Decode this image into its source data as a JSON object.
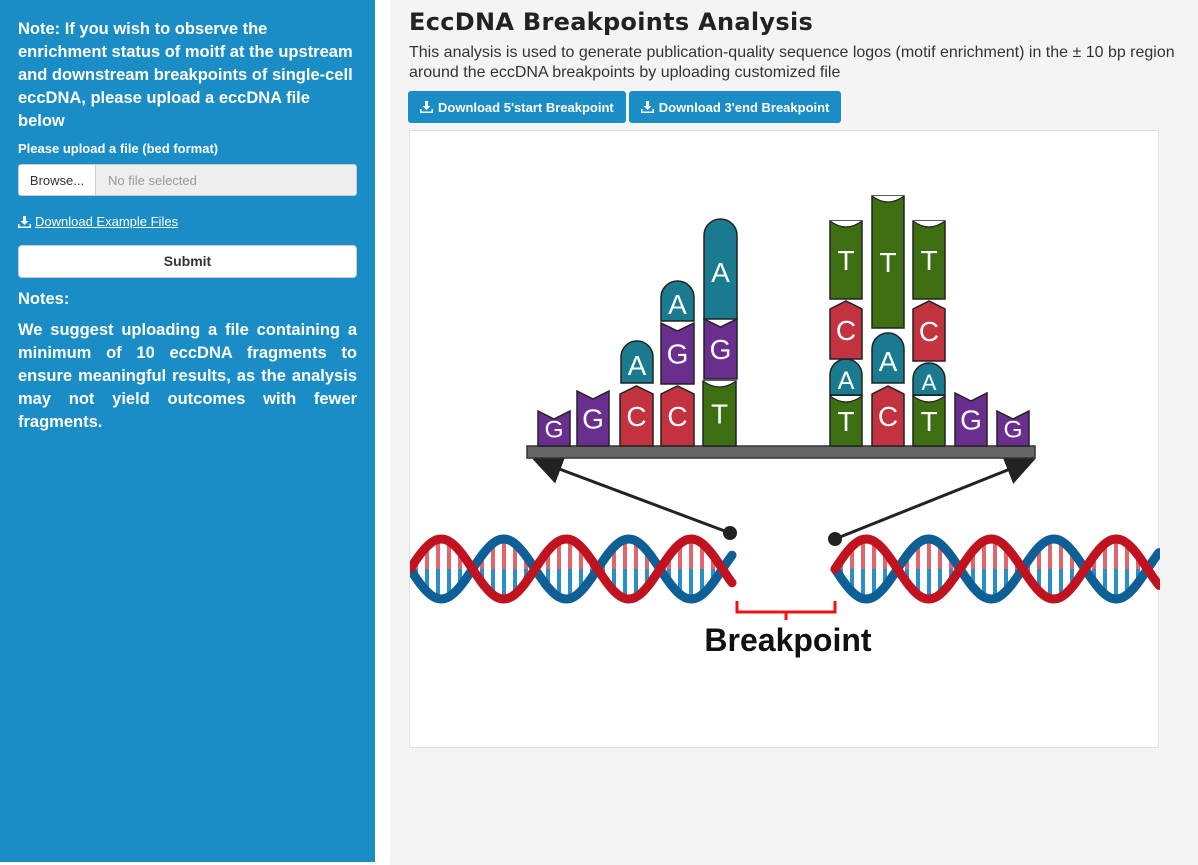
{
  "sidebar": {
    "note": "Note: If you wish to observe the enrichment status of moitf at the upstream and downstream breakpoints of single-cell eccDNA, please upload a eccDNA file below",
    "upload_label": "Please upload a file (bed format)",
    "browse_label": "Browse...",
    "file_placeholder": "No file selected",
    "download_example_label": "Download Example Files",
    "submit_label": "Submit",
    "notes_heading": "Notes:",
    "notes_body": "We suggest uploading a file containing a minimum of 10 eccDNA fragments to ensure meaningful results, as the analysis may not yield outcomes with fewer fragments."
  },
  "main": {
    "title": "EccDNA Breakpoints Analysis",
    "description": "This analysis is used to generate publication-quality sequence logos (motif enrichment) in the ± 10 bp region around the eccDNA breakpoints by uploading customized file",
    "buttons": {
      "download_start": "Download 5'start Breakpoint",
      "download_end": "Download 3'end Breakpoint"
    },
    "figure": {
      "breakpoint_label": "Breakpoint",
      "letters": {
        "g": "G",
        "c": "C",
        "a": "A",
        "t": "T"
      }
    }
  },
  "colors": {
    "sidebar_bg": "#1a8cc6",
    "button_bg": "#1a8cc6",
    "base_g": "#6a2e8f",
    "base_c": "#c3323f",
    "base_a": "#1a7a8f",
    "base_t": "#3d6e12",
    "dna_red": "#c0131f",
    "dna_blue": "#0d5f95"
  }
}
